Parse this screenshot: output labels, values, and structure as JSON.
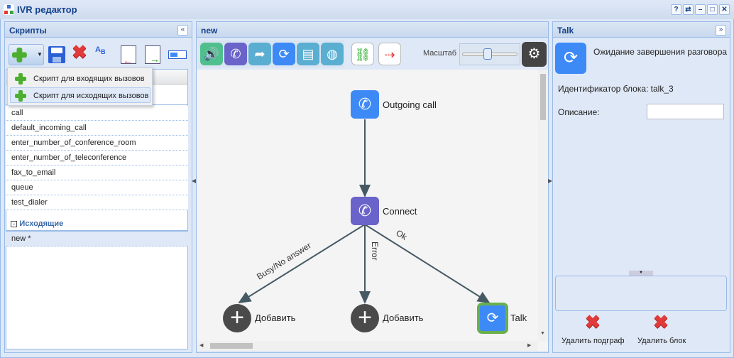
{
  "window": {
    "title": "IVR редактор",
    "buttons": [
      "?",
      "⇄",
      "–",
      "□",
      "✕"
    ]
  },
  "left": {
    "title": "Скрипты",
    "add_menu": [
      "Скрипт для входящих вызовов",
      "Скрипт для исходящих вызовов"
    ],
    "rows": [
      "call",
      "default_incoming_call",
      "enter_number_of_conference_room",
      "enter_number_of_teleconference",
      "fax_to_email",
      "queue",
      "test_dialer"
    ],
    "group_outgoing": "Исходящие",
    "outgoing_rows": [
      "new *"
    ]
  },
  "center": {
    "title": "new",
    "scale_label": "Масштаб",
    "scale_value": 0.45,
    "nodes": {
      "outgoing": "Outgoing call",
      "connect": "Connect",
      "add1": "Добавить",
      "add2": "Добавить",
      "talk": "Talk"
    },
    "edges": {
      "busy": "Busy/No answer",
      "error": "Error",
      "ok": "Ok"
    }
  },
  "right": {
    "title": "Talk",
    "description": "Ожидание завершения разговора",
    "block_id": "Идентификатор блока: talk_3",
    "desc_label": "Описание:",
    "desc_value": "",
    "delete_subgraph": "Удалить подграф",
    "delete_block": "Удалить блок"
  },
  "colors": {
    "accent": "#15428b",
    "sound": "#4fc08d",
    "connect": "#6a63c9",
    "teal": "#5aaed1",
    "talk": "#3d8af7",
    "talk_border": "#6ab04c"
  }
}
